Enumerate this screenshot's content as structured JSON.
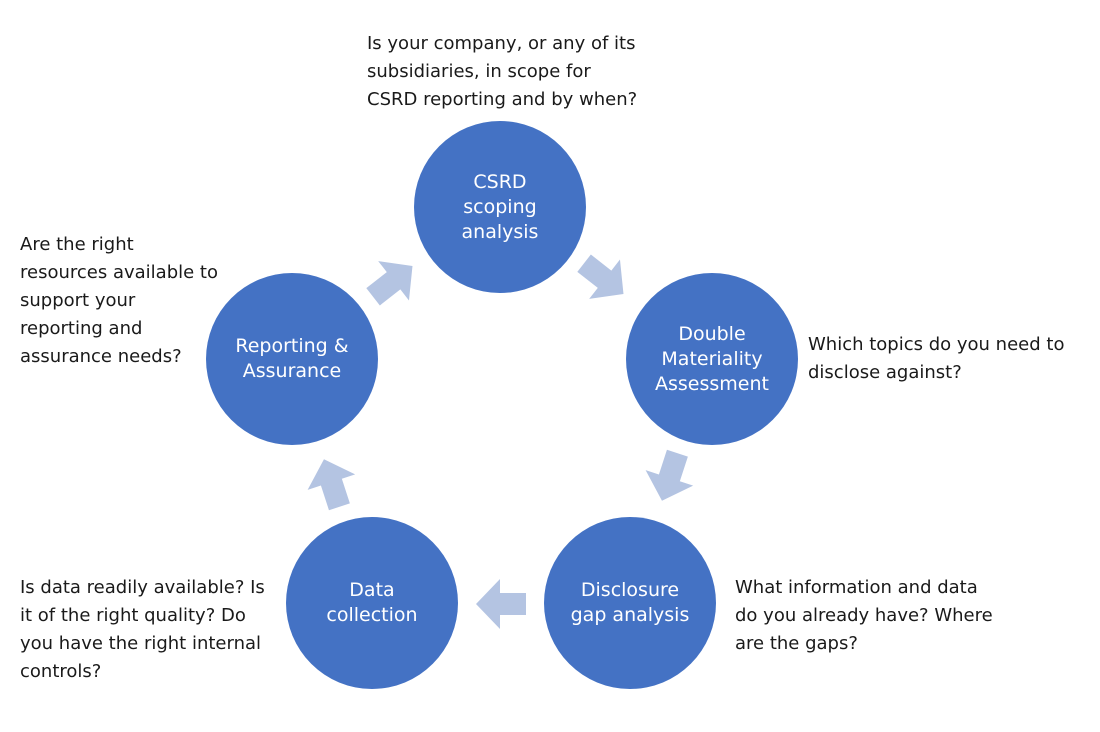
{
  "nodes": {
    "scoping": "CSRD\nscoping\nanalysis",
    "materiality": "Double\nMateriality\nAssessment",
    "gap": "Disclosure\ngap analysis",
    "data": "Data\ncollection",
    "reporting": "Reporting &\nAssurance"
  },
  "questions": {
    "scoping": "Is your company, or any of its\nsubsidiaries, in scope for\nCSRD reporting and by when?",
    "materiality": "Which topics do you need to\ndisclose against?",
    "gap": "What information and data\ndo you already have? Where\nare the gaps?",
    "data": "Is data readily available? Is\nit of the right quality? Do\nyou have the right internal\ncontrols?",
    "reporting": "Are the right\nresources available to\nsupport your\nreporting and\nassurance needs?"
  },
  "colors": {
    "node_fill": "#4472c4",
    "arrow_fill": "#b4c4e2",
    "node_text": "#ffffff",
    "question_text": "#1a1a1a"
  }
}
